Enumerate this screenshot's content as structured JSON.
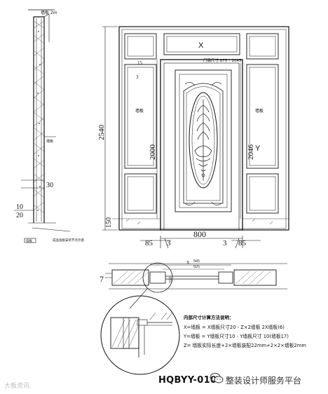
{
  "drawing": {
    "code": "HQBYY-010",
    "watermark_left": "大板资讯",
    "watermark_right": "整装设计师服务平台"
  },
  "door_elevation": {
    "panel_x_label": "X",
    "panel_y_label": "Y",
    "note_right": "门扇尺寸 875 * 2045",
    "wall_panel_left": "墙板",
    "wall_panel_right": "墙板",
    "dim_total_height": "2540",
    "dim_door_height": "2000",
    "dim_right_height": "2046",
    "dim_base": "150",
    "dim_opening_width": "800",
    "dim_left_outer": "85",
    "dim_left_inner": "3",
    "dim_right_inner": "3",
    "dim_right_outer": "85",
    "dim_top_left": "15",
    "dim_top_left_b": "3"
  },
  "section_side": {
    "dim_30": "30",
    "dim_10": "10",
    "dim_20": "20",
    "top_label": "墙板 2m",
    "mid_label": "墙板",
    "bottom_label": "墙板",
    "bottom_note": "成品墙板安装节点示意"
  },
  "plan_section": {
    "dim_945": "945",
    "dim_925": "925",
    "dim_x": "X",
    "dim_210": "210",
    "left_7": "7"
  },
  "formula": {
    "title": "内部尺寸计算方法说明：",
    "line1": "X=墙板 = X墙板尺寸20 - Z×2墙板     2X墙板(6)",
    "line2": "Y=墙板 = Y墙板尺寸10 - Y墙板尺寸     10(墙板17)",
    "line3": "Z= 墙板实际长度+2×墙板装配22mm+2×2×墙板2mm"
  }
}
